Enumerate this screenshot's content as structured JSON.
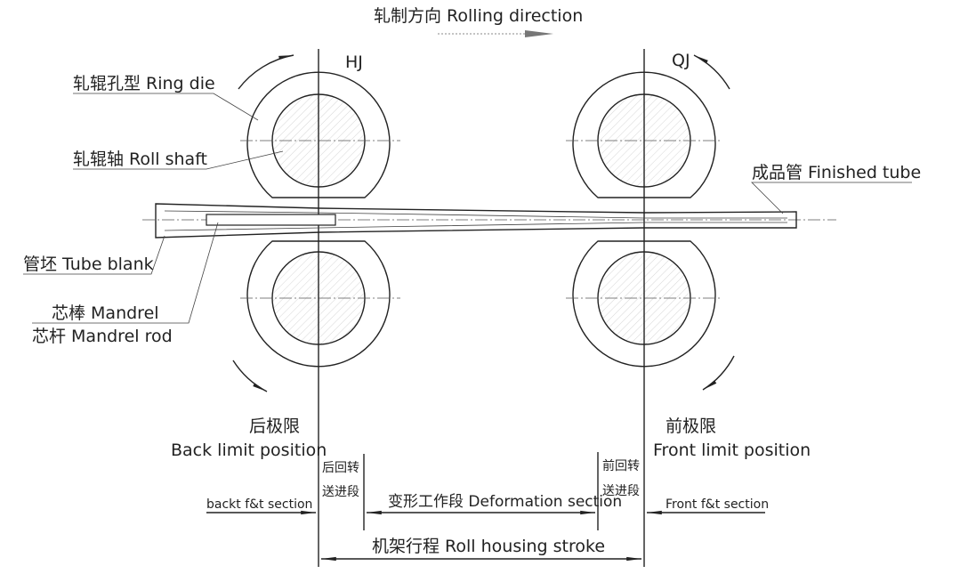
{
  "title": "轧制方向 Rolling direction",
  "stands": {
    "back": "HJ",
    "front": "QJ"
  },
  "labels": {
    "ring_die": "轧辊孔型 Ring die",
    "roll_shaft": "轧辊轴 Roll shaft",
    "finished_tube": "成品管 Finished tube",
    "tube_blank": "管坯 Tube blank",
    "mandrel": "芯棒 Mandrel",
    "mandrel_rod": "芯杆 Mandrel rod"
  },
  "positions": {
    "back_cn": "后极限",
    "back_en": "Back limit position",
    "front_cn": "前极限",
    "front_en": "Front limit position"
  },
  "sections": {
    "back_ft": "backt f&t section",
    "back_rot_1": "后回转",
    "back_rot_2": "送进段",
    "deformation": "变形工作段 Deformation section",
    "front_rot_1": "前回转",
    "front_rot_2": "送进段",
    "front_ft": "Front f&t section",
    "stroke": "机架行程 Roll housing stroke"
  }
}
